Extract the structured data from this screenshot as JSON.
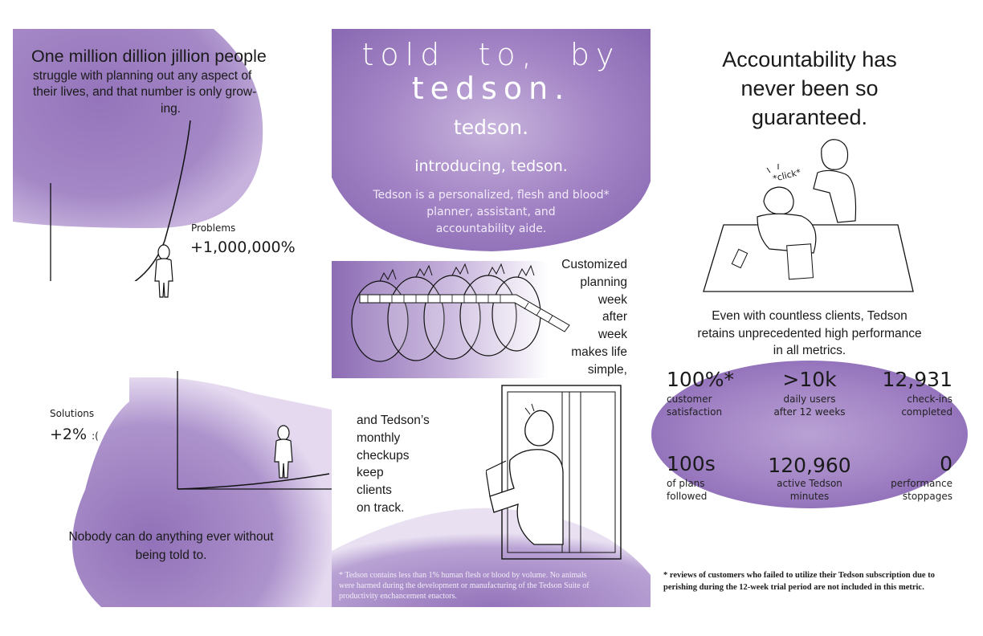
{
  "colors": {
    "purple": "#9a78be",
    "purple_dark": "#8262ac",
    "purple_light": "#cbb7df",
    "text": "#1a1a1a"
  },
  "left": {
    "headline": "One million dillion jillion people",
    "subline": [
      "struggle with planning out any aspect of",
      "their lives, and that number is only grow-",
      "ing."
    ],
    "problems_label": "Problems",
    "problems_value": "+1,000,000%",
    "solutions_label": "Solutions",
    "solutions_value": "+2%",
    "solutions_emote": ":(",
    "closing": [
      "Nobody can do anything ever without",
      "being told to."
    ]
  },
  "middle": {
    "title_line1": "told  to,  by",
    "title_line2": "tedson.",
    "title_line3": "tedson.",
    "intro": "introducing, tedson.",
    "desc": [
      "Tedson is a personalized, flesh and blood*",
      "planner, assistant, and",
      "accountability aide."
    ],
    "planning": [
      "Customized",
      "planning",
      "week",
      "after",
      "week",
      "makes life",
      "simple,"
    ],
    "checkups": [
      "and Tedson’s",
      "monthly",
      "checkups",
      "keep",
      "clients",
      "on track."
    ],
    "footnote": [
      "* Tedson contains less than 1% human flesh or blood by volume. No animals",
      "were harmed during the development or manufacturing of the Tedson Suite of",
      "productivity enchancement enactors."
    ]
  },
  "right": {
    "headline": [
      "Accountability has",
      "never been so",
      "guaranteed."
    ],
    "click": "*click*",
    "perf": [
      "Even with countless clients, Tedson",
      "retains unprecedented high performance",
      "in all metrics."
    ],
    "stats": [
      {
        "value": "100%*",
        "label": [
          "customer",
          "satisfaction"
        ]
      },
      {
        "value": ">10k",
        "label": [
          "daily users",
          "after 12 weeks"
        ]
      },
      {
        "value": "12,931",
        "label": [
          "check-ins",
          "completed"
        ]
      },
      {
        "value": "100s",
        "label": [
          "of plans",
          "followed"
        ]
      },
      {
        "value": "120,960",
        "label": [
          "active Tedson",
          "minutes"
        ]
      },
      {
        "value": "0",
        "label": [
          "performance",
          "stoppages"
        ]
      }
    ],
    "footnote": [
      "* reviews of customers who failed to utilize their Tedson subscription due to",
      "perishing during the 12-week trial period are not included in this metric."
    ]
  },
  "icons": [
    "person-figure-icon",
    "exponential-chart-icon",
    "flat-chart-icon",
    "calendar-pages-icon",
    "window-figure-icon",
    "desk-figures-icon"
  ]
}
